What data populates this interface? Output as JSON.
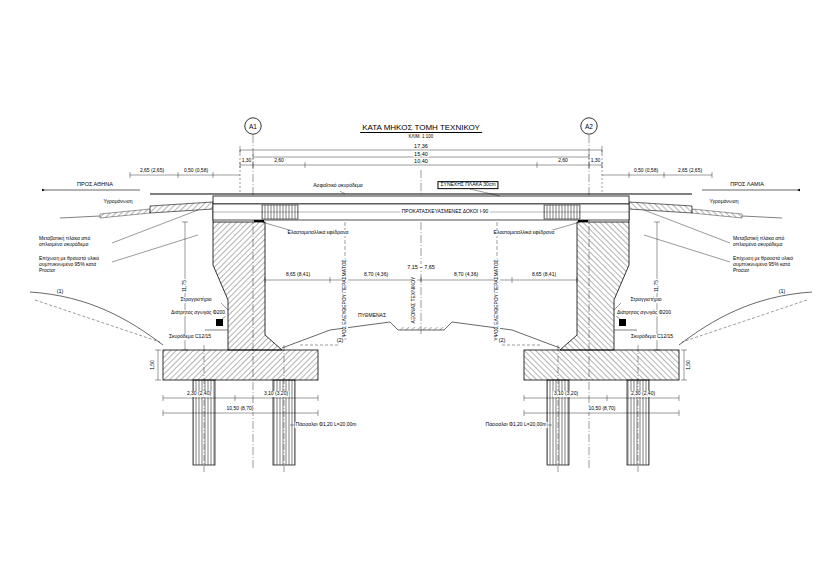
{
  "diagram": {
    "title": "ΚΑΤΑ ΜΗΚΟΣ ΤΟΜΗ ΤΕΧΝΙΚΟΥ",
    "nodes": [
      {
        "text": [
          "Α1"
        ]
      },
      {
        "text": [
          "Α2"
        ]
      }
    ],
    "labels": [
      "ΚΛΙΜ. 1:100",
      "17,36",
      "15,40",
      "1,30",
      "2,60",
      "10,40",
      "2,60",
      "1,30",
      "2,65 (2,65)",
      "0,50 (0,58)",
      "0,50 (0,58)",
      "2,65 (2,65)",
      "ΠΡΟΣ ΑΘΗΝΑ",
      "ΠΡΟΣ ΛΑΜΙΑ",
      "Υγρομόνωση",
      "Υγρομόνωση",
      "Ασφαλτικό σκυρόδεμα",
      "ΣΥΝΕΧΗΣ ΠΛΑΚΑ 30cm",
      "ΠΡΟΚΑΤΑΣΚΕΥΑΣΜΕΝΕΣ ΔΟΚΟΙ Ι-90",
      "Ελαστομεταλλικά εφέδρανα",
      "Ελαστομεταλλικά εφέδρανα",
      "Μεταβατική πλάκα από οπλισμένο σκυρόδεμα",
      "Μεταβατική πλάκα από οπλισμένο σκυρόδεμα",
      "Επίχωση με θραυστό υλικό συμπυκνωμένο 95% κατά Proctor",
      "Επίχωση με θραυστό υλικό συμπυκνωμένο 95% κατά Proctor",
      "8,65 (8,41)",
      "8,70 (4,36)",
      "8,70 (4,36)",
      "8,65 (8,41)",
      "7,15 ~ 7,65",
      "ΥΨΟΣ ΕΛΕΥΘΕΡΟΥ ΠΕΡΑΣΜΑΤΟΣ",
      "ΑΞΟΝΑΣ ΤΕΧΝΙΚΟΥ",
      "ΥΨΟΣ ΕΛΕΥΘΕΡΟΥ ΠΕΡΑΣΜΑΤΟΣ",
      "11,75",
      "11,75",
      "Στραγγιστήριο",
      "Στραγγιστήριο",
      "Διάτρητος αγωγός Φ200",
      "Διάτρητος αγωγός Φ200",
      "Σκυρόδεμα C12/15",
      "Σκυρόδεμα C12/15",
      "(1)",
      "(1)",
      "(2)",
      "(2)",
      "ΠΥΘΜΕΝΑΣ",
      "2,30 (2,40)",
      "3,10 (3,20)",
      "3,10 (3,20)",
      "2,30 (2,40)",
      "10,50 (8,70)",
      "10,50 (8,70)",
      "1,50",
      "1,50",
      "Πάσσαλοι Φ1,20 L=20,00m",
      "Πάσσαλοι Φ1,20 L=20,00m"
    ]
  }
}
